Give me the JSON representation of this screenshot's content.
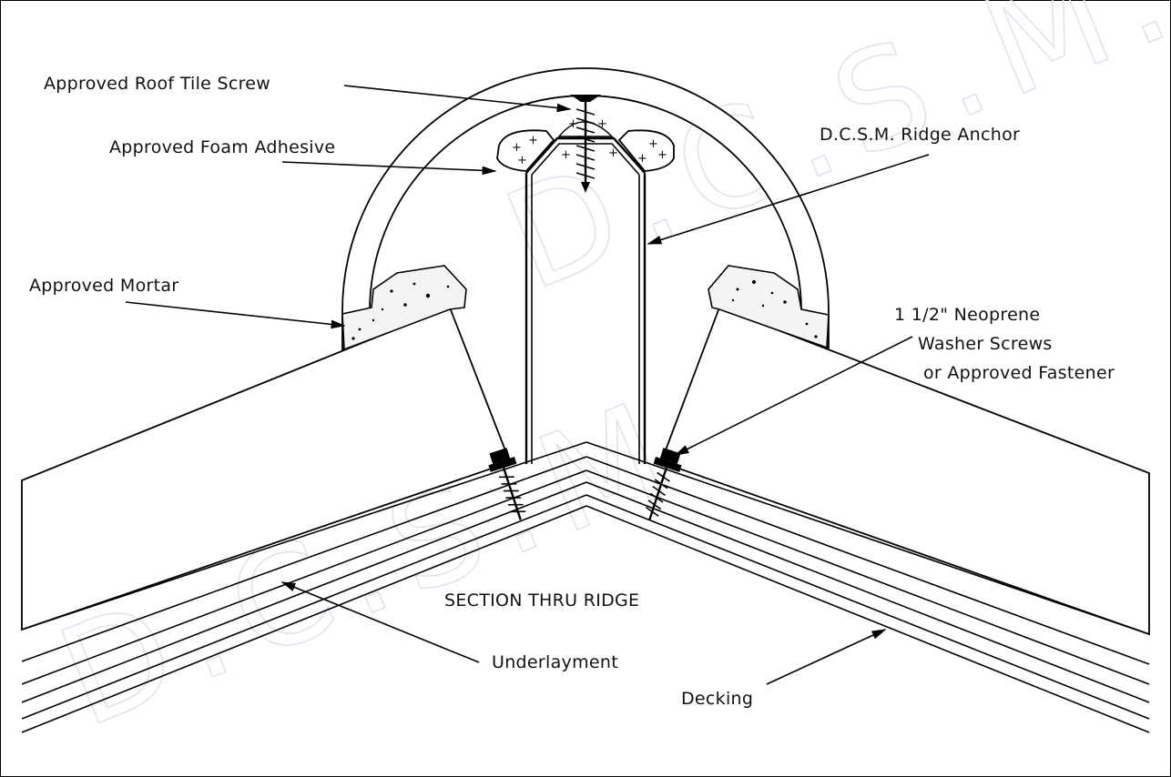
{
  "labels": {
    "roof_tile_screw": "Approved Roof Tile Screw",
    "foam_adhesive": "Approved Foam Adhesive",
    "ridge_anchor": "D.C.S.M. Ridge Anchor",
    "mortar": "Approved Mortar",
    "washer_line1": "1 1/2\" Neoprene",
    "washer_line2": "Washer Screws",
    "washer_line3": "or Approved Fastener",
    "section_title": "SECTION THRU RIDGE",
    "underlayment": "Underlayment",
    "decking": "Decking"
  },
  "watermark": {
    "upper": "D.C.S.M.",
    "lower": "D.C.S.M."
  }
}
